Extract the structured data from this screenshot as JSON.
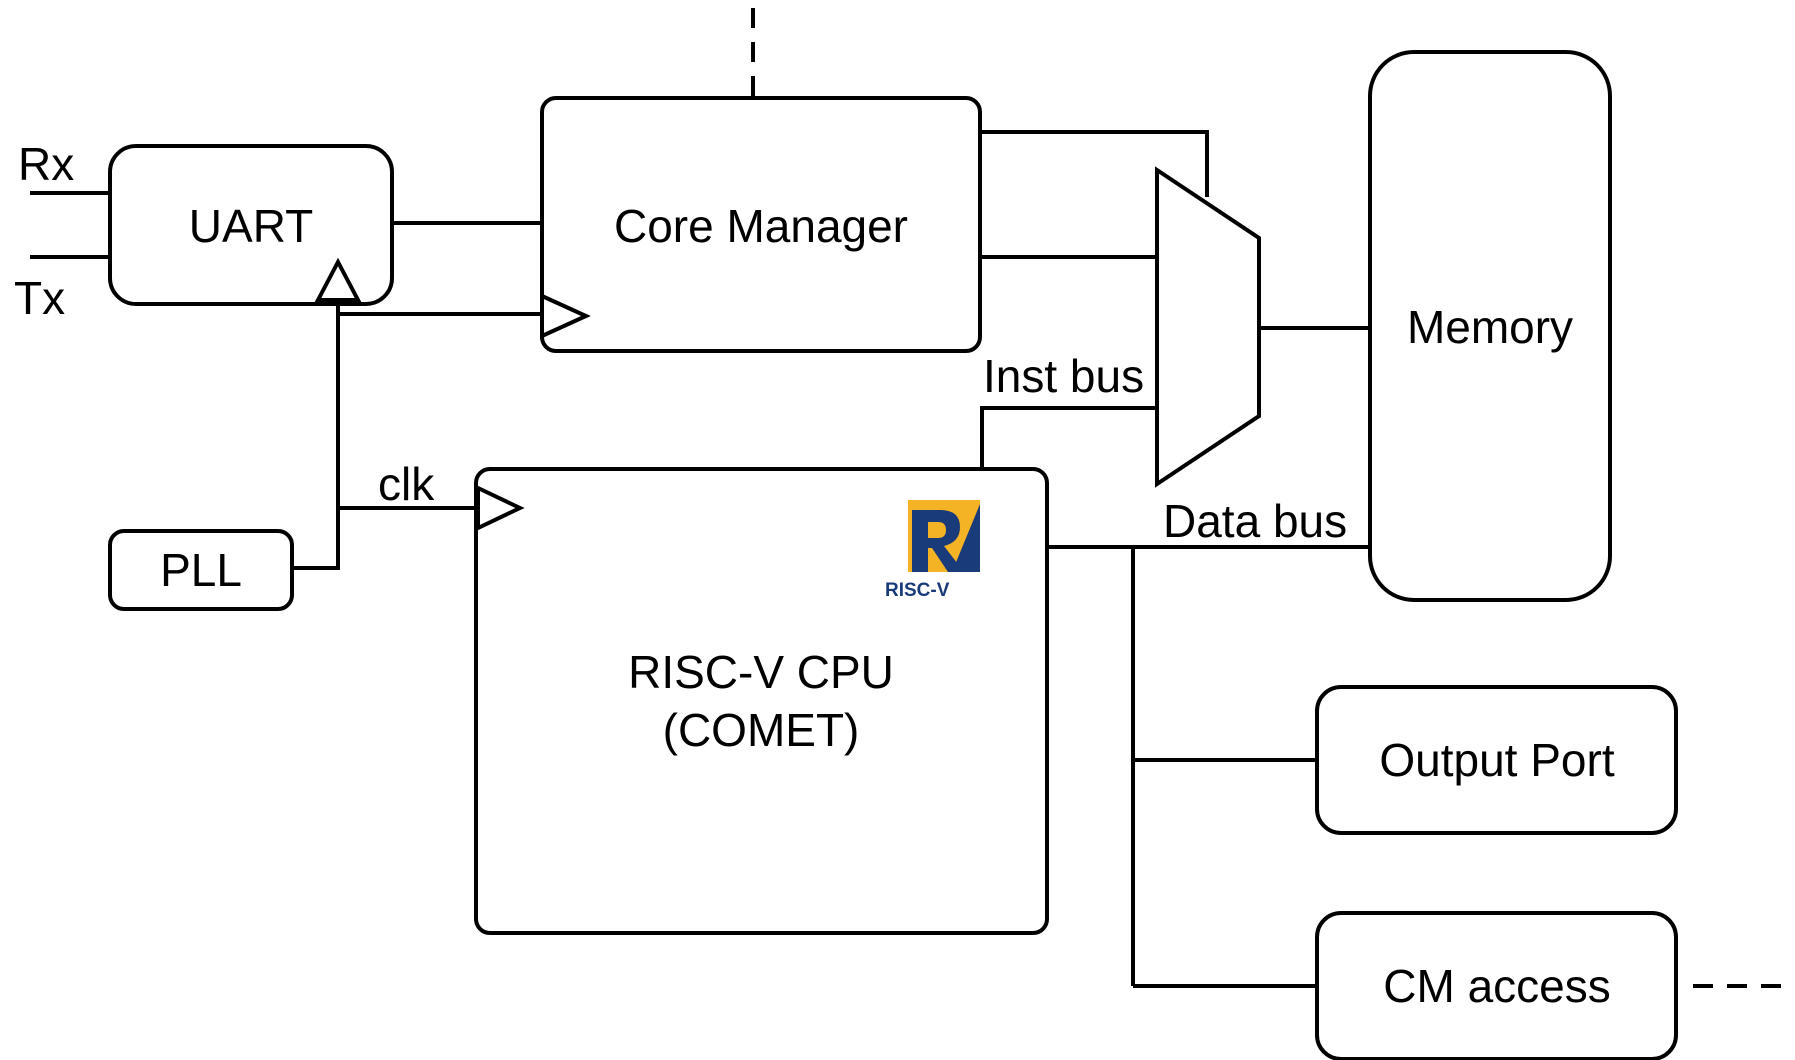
{
  "blocks": {
    "uart": "UART",
    "core_manager": "Core Manager",
    "memory": "Memory",
    "pll": "PLL",
    "cpu_line1": "RISC-V CPU",
    "cpu_line2": "(COMET)",
    "output_port": "Output Port",
    "cm_access": "CM access"
  },
  "signals": {
    "rx": "Rx",
    "tx": "Tx",
    "clk": "clk",
    "inst_bus": "Inst bus",
    "data_bus": "Data bus"
  },
  "logo": {
    "text": "RISC-V",
    "colors": {
      "navy": "#1a3b7a",
      "gold": "#f4b324"
    }
  }
}
